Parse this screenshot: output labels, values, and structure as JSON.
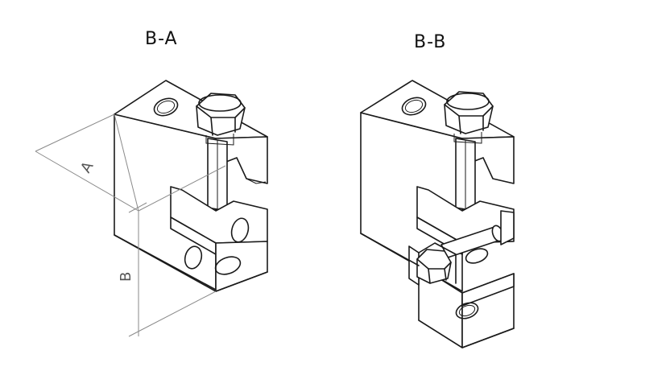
{
  "views": [
    {
      "title": "B-A"
    },
    {
      "title": "B-B"
    }
  ],
  "dimensions": {
    "a_label": "A",
    "b_label": "B"
  }
}
